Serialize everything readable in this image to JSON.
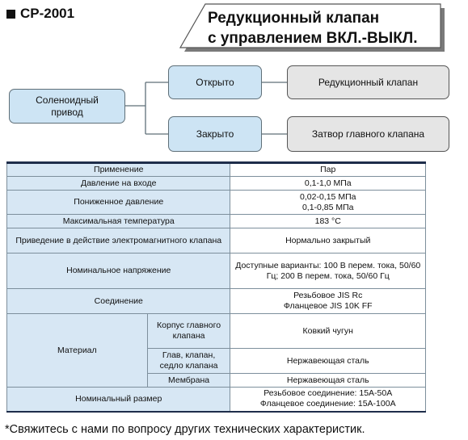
{
  "header": {
    "model": "CP-2001",
    "title_line1": "Редукционный клапан",
    "title_line2": "с управлением ВКЛ.-ВЫКЛ."
  },
  "diagram": {
    "source": "Соленоидный привод",
    "open_state": "Открыто",
    "closed_state": "Закрыто",
    "open_result": "Редукционный клапан",
    "closed_result": "Затвор главного клапана"
  },
  "spec": {
    "application": {
      "label": "Применение",
      "value": "Пар"
    },
    "inlet_pressure": {
      "label": "Давление на входе",
      "value": "0,1-1,0 МПа"
    },
    "reduced_pressure": {
      "label": "Пониженное давление",
      "value1": "0,02-0,15 МПа",
      "value2": "0,1-0,85 МПа"
    },
    "max_temp": {
      "label": "Максимальная температура",
      "value": "183 °C"
    },
    "actuation": {
      "label": "Приведение в действие электромагнитного клапана",
      "value": "Нормально закрытый"
    },
    "voltage": {
      "label": "Номинальное напряжение",
      "value": "Доступные варианты: 100 В перем. тока, 50/60 Гц; 200 В перем. тока, 50/60 Гц"
    },
    "connection": {
      "label": "Соединение",
      "value1": "Резьбовое JIS Rc",
      "value2": "Фланцевое JIS 10K FF"
    },
    "material": {
      "label": "Материал",
      "body_label": "Корпус главного клапана",
      "body_value": "Ковкий чугун",
      "seat_label": "Глав, клапан, седло клапана",
      "seat_value": "Нержавеющая сталь",
      "membrane_label": "Мембрана",
      "membrane_value": "Нержавеющая сталь"
    },
    "nominal_size": {
      "label": "Номинальный размер",
      "value1": "Резьбовое соединение: 15A-50A",
      "value2": "Фланцевое соединение: 15A-100A"
    }
  },
  "footnote": "*Свяжитесь с нами по вопросу других технических характеристик."
}
